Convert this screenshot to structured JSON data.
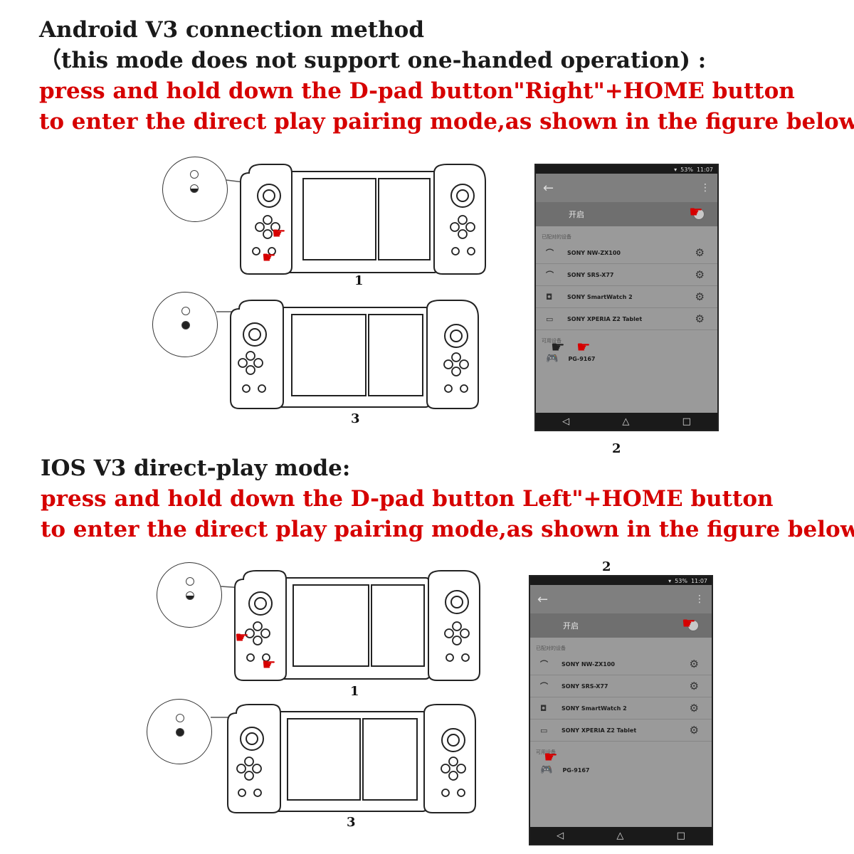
{
  "section1": {
    "line1": "Android V3 connection method",
    "line2": "（this mode does not support one-handed operation) :",
    "line3": "press and hold down the D-pad button\"Right\"+HOME button",
    "line4": "to enter the direct play pairing mode,as shown in the figure below:",
    "fig_labels": {
      "one": "1",
      "two": "2",
      "three": "3"
    }
  },
  "section2": {
    "line1": "IOS V3 direct-play mode:",
    "line2": "press and hold down the D-pad button Left\"+HOME button",
    "line3": "to enter the direct play pairing mode,as shown in the figure below:",
    "fig_labels": {
      "one": "1",
      "two": "2",
      "three": "3"
    }
  },
  "phone": {
    "battery": "53%",
    "time": "11:07",
    "toggle_label": "开启",
    "paired_section": "已配对的设备",
    "available_section": "可用设备",
    "paired_devices": [
      "SONY NW-ZX100",
      "SONY SRS-X77",
      "SONY SmartWatch 2",
      "SONY XPERIA Z2 Tablet"
    ],
    "available_device": "PG-9167",
    "icons": [
      "headphones-icon",
      "headphones-icon",
      "watch-icon",
      "tablet-icon"
    ]
  },
  "colors": {
    "red_text": "#d60000",
    "black_text": "#1a1a1a"
  }
}
